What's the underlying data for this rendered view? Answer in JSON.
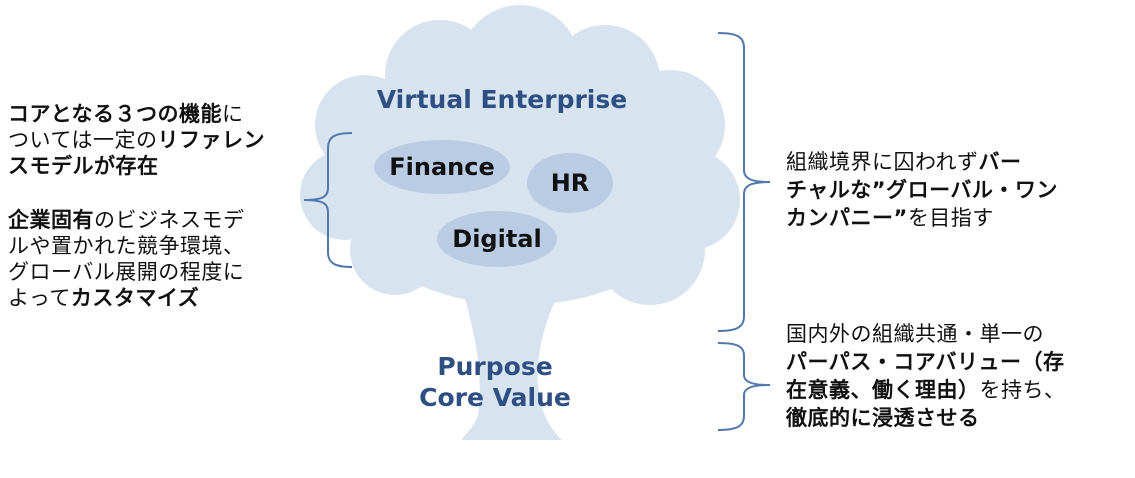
{
  "colors": {
    "tree": "#d8e3f0",
    "oval": "#b9cce4",
    "bracket": "#5279ad",
    "label_blue": "#2e4f82",
    "text": "#111111"
  },
  "tree": {
    "canopy_title": "Virtual Enterprise",
    "ovals": [
      "Finance",
      "HR",
      "Digital"
    ],
    "trunk_title_line1": "Purpose",
    "trunk_title_line2": "Core Value"
  },
  "left": {
    "p1": [
      "コアとなる３つの機能",
      "に",
      "ついては一定の",
      "リファレン",
      "スモデルが存在"
    ],
    "p2": [
      "企業固有",
      "のビジネスモデ",
      "ルや置かれた競争環境、",
      "グローバル展開の程度に",
      "よって",
      "カスタマイズ"
    ]
  },
  "right_top": [
    "組織境界に囚われず",
    "バー",
    "チャルな”グローバル・ワン",
    "カンパニー”",
    "を目指す"
  ],
  "right_bottom": [
    "国内外の組織共通・単一の",
    "パーパス・コアバリュー（存",
    "在意義、働く理由）",
    "を持ち、",
    "徹底的に浸透させる"
  ]
}
